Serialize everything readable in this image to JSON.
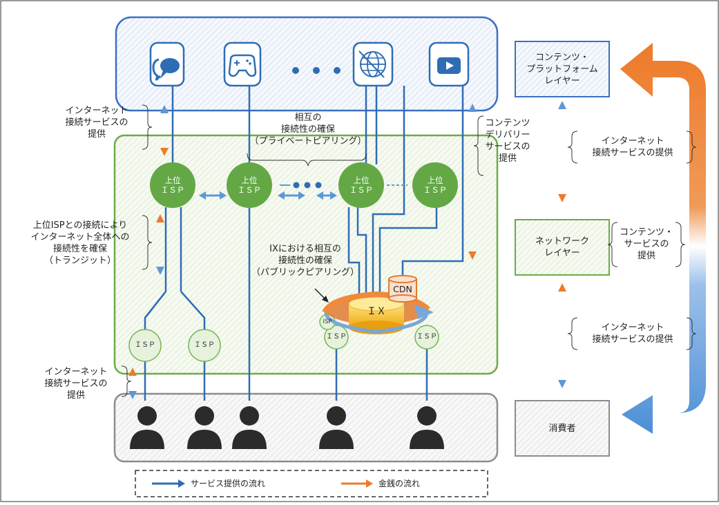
{
  "diagram": {
    "top_layer_box_label": "",
    "layers": {
      "content": "コンテンツ・\nプラットフォーム\nレイヤー",
      "network": "ネットワーク\nレイヤー",
      "consumer": "消費者"
    },
    "left_labels": {
      "internet_service_top": "インターネット\n接続サービスの\n提供",
      "transit": "上位ISPとの接続により\nインターネット全体への\n接続性を確保\n（トランジット）",
      "internet_service_bottom": "インターネット\n接続サービスの\n提供"
    },
    "center_labels": {
      "private_peering": "相互の\n接続性の確保\n（プライベートピアリング）",
      "public_peering": "IXにおける相互の\n接続性の確保\n（パブリックピアリング）",
      "cdn_service": "コンテンツ\nデリバリー\nサービスの\n提供"
    },
    "right_labels": {
      "internet_service_upper": "インターネット\n接続サービスの提供",
      "content_service": "コンテンツ・\nサービスの\n提供",
      "internet_service_lower": "インターネット\n接続サービスの提供"
    },
    "nodes": {
      "upper_isp": "上位\nＩＳＰ",
      "isp": "ＩＳＰ",
      "isp_small": "ISP",
      "ix": "ＩＸ",
      "cdn": "CDN"
    },
    "icons": [
      "chat-icon",
      "gamepad-icon",
      "ellipsis-icon",
      "globe-icon",
      "video-play-icon"
    ],
    "legend": {
      "service_flow": "サービス提供の流れ",
      "money_flow": "金銭の流れ"
    },
    "colors": {
      "service_blue": "#2e6db4",
      "money_orange": "#ee7a2a",
      "isp_green": "#64a846",
      "network_border": "#6aab47",
      "content_border": "#3a70c0",
      "consumer_border": "#8c8c8c",
      "ix_yellow": "#f7c21c"
    }
  }
}
